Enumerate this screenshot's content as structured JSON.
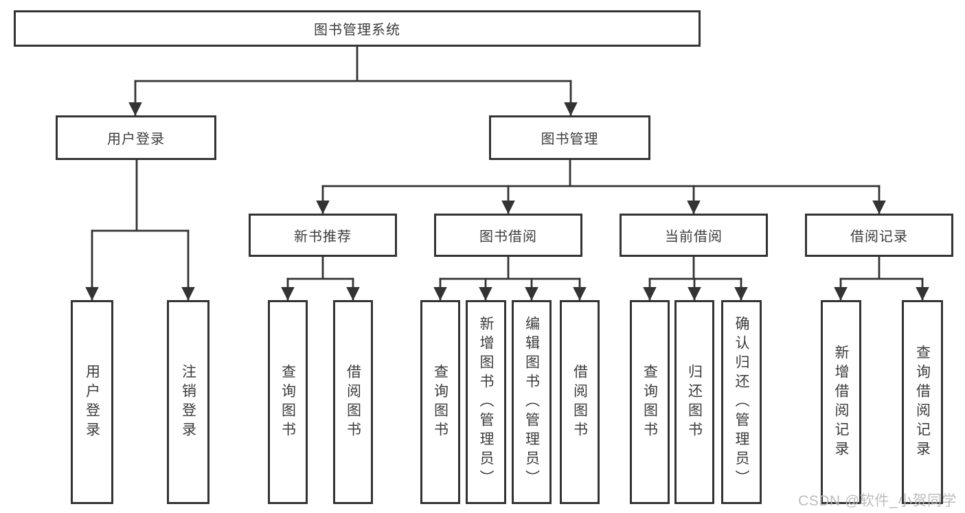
{
  "tree": {
    "root": {
      "label": "图书管理系统",
      "children": [
        {
          "label": "用户登录",
          "children": [
            {
              "label": "用户登录"
            },
            {
              "label": "注销登录"
            }
          ]
        },
        {
          "label": "图书管理",
          "children": [
            {
              "label": "新书推荐",
              "children": [
                {
                  "label": "查询图书"
                },
                {
                  "label": "借阅图书"
                }
              ]
            },
            {
              "label": "图书借阅",
              "children": [
                {
                  "label": "查询图书"
                },
                {
                  "label": "新增图书（管理员）"
                },
                {
                  "label": "编辑图书（管理员）"
                },
                {
                  "label": "借阅图书"
                }
              ]
            },
            {
              "label": "当前借阅",
              "children": [
                {
                  "label": "查询图书"
                },
                {
                  "label": "归还图书"
                },
                {
                  "label": "确认归还（管理员）"
                }
              ]
            },
            {
              "label": "借阅记录",
              "children": [
                {
                  "label": "新增借阅记录"
                },
                {
                  "label": "查询借阅记录"
                }
              ]
            }
          ]
        }
      ]
    }
  },
  "watermark": "CSDN @软件_小贺同学",
  "colors": {
    "line": "#333333",
    "text": "#3c3c3c",
    "watermark": "#b9b9b9",
    "background": "#ffffff"
  }
}
